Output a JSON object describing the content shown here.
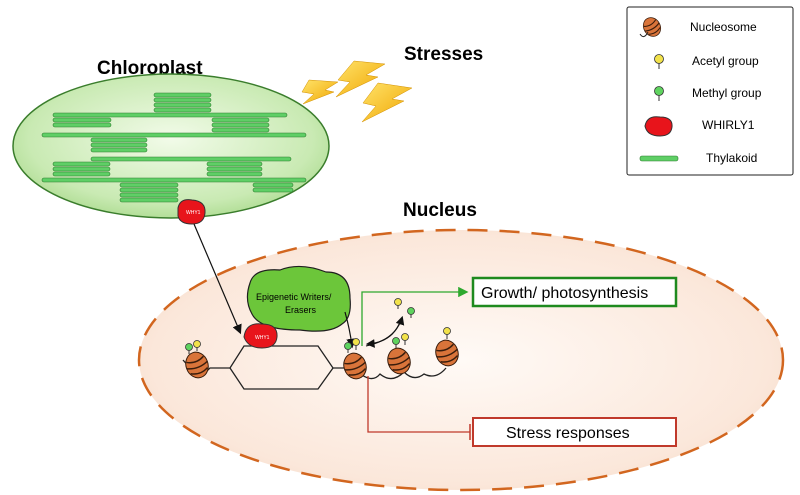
{
  "titles": {
    "chloroplast": "Chloroplast",
    "stresses": "Stresses",
    "nucleus": "Nucleus"
  },
  "legend": {
    "nucleosome": "Nucleosome",
    "acetyl": "Acetyl group",
    "methyl": "Methyl group",
    "whirly": "WHIRLY1",
    "thylakoid": "Thylakoid"
  },
  "protein": {
    "whirly_tag": "WHY1",
    "writers_line1": "Epigenetic Writers/",
    "writers_line2": "Erasers"
  },
  "outcomes": {
    "growth": "Growth/ photosynthesis",
    "stress": "Stress responses"
  },
  "colors": {
    "green_box": "#1e8a1e",
    "red_box": "#c0392b",
    "thylakoid": "#5fcf66",
    "whirly": "#e8141b",
    "acetyl": "#f2e24a",
    "methyl": "#5fd35f",
    "nucleosome": "#d9743a"
  }
}
